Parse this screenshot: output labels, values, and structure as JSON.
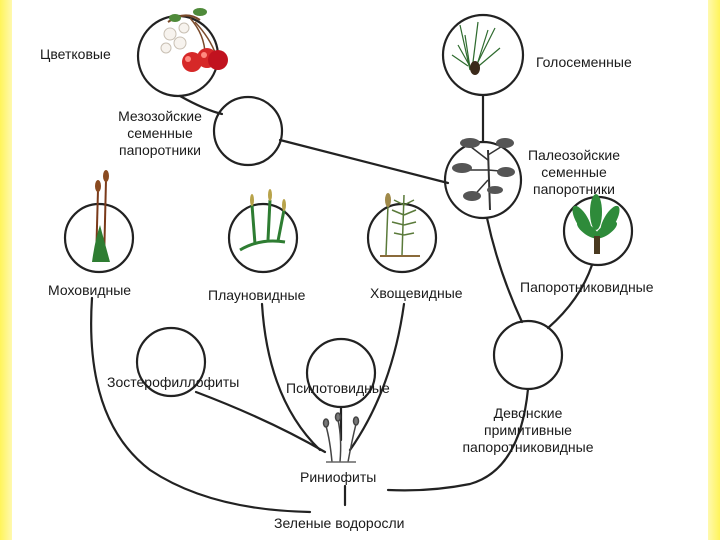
{
  "diagram": {
    "nodes": {
      "tsvetkovye": "Цветковые",
      "golosemennye": "Голосеменные",
      "mezozoyskie_l1": "Мезозойские",
      "mezozoyskie_l2": "семенные",
      "mezozoyskie_l3": "папоротники",
      "paleozoyskie_l1": "Палеозойские",
      "paleozoyskie_l2": "семенные",
      "paleozoyskie_l3": "папоротники",
      "mokhovidnye": "Моховидные",
      "plaunovidnye": "Плауновидные",
      "khvoshchevidnye": "Хвощевидные",
      "paporotnikovidnye": "Папоротниковидные",
      "zosterofillofity": "Зостерофиллофиты",
      "psilotovidnye": "Псилотовидные",
      "devonskie_l1": "Девонские",
      "devonskie_l2": "примитивные",
      "devonskie_l3": "папоротниковидные",
      "riniofity": "Риниофиты",
      "zelenye_vodorosli": "Зеленые водоросли"
    }
  },
  "colors": {
    "border": "#fff23a",
    "line": "#222222",
    "leaf": "#2e7d32",
    "cherry": "#d62828"
  }
}
